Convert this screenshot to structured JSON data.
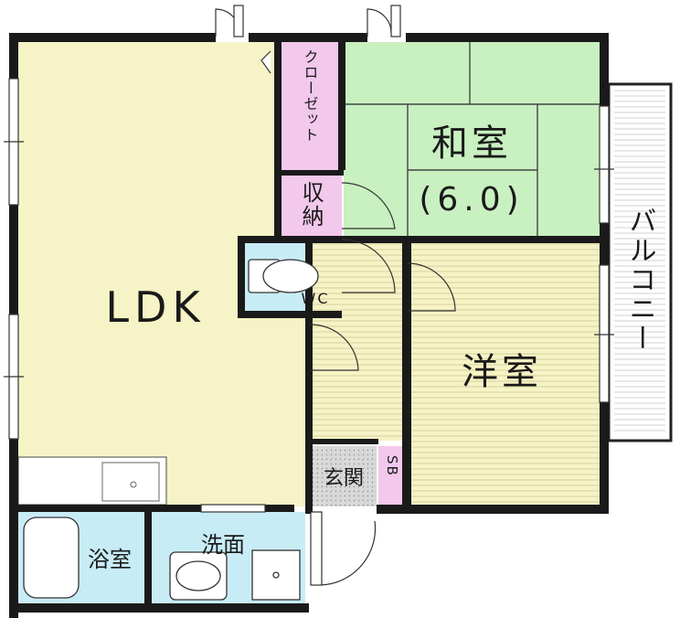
{
  "floorplan": {
    "rooms": {
      "ldk": {
        "label": "LDK",
        "fill": "#f6f3c6"
      },
      "washitsu": {
        "label": "和室",
        "size": "(6.0)",
        "fill": "#c8f0c0"
      },
      "yoshitsu": {
        "label": "洋室",
        "fill": "#f6f3c6"
      },
      "closet": {
        "label": "クローゼット",
        "fill": "#f2c8ec"
      },
      "storage": {
        "label": "収納",
        "fill": "#f2c8ec"
      },
      "wc": {
        "label": "WC",
        "fill": "#c8ecf6"
      },
      "bath": {
        "label": "浴室",
        "fill": "#c8ecf6"
      },
      "washroom": {
        "label": "洗面",
        "fill": "#c8ecf6"
      },
      "entrance": {
        "label": "玄関",
        "fill": "#d8d8d8"
      },
      "shoebox": {
        "label": "SB",
        "fill": "#f2c8ec"
      },
      "hall": {
        "fill": "#f6f3c6"
      }
    },
    "balcony": {
      "label": "バルコニー"
    }
  }
}
